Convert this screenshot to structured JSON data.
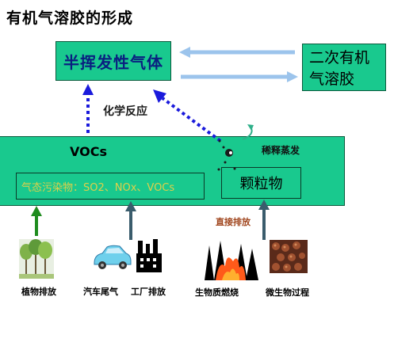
{
  "title": "有机气溶胶的形成",
  "nodes": {
    "semi_volatile": "半挥发性气体",
    "secondary_line1": "二次有机",
    "secondary_line2": "气溶胶",
    "vocs": "VOCs",
    "pollutants": "气态污染物：SO2、NOx、VOCs",
    "particles": "颗粒物"
  },
  "labels": {
    "chemical_reaction": "化学反应",
    "dilution_evaporation": "稀释蒸发",
    "direct_emission": "直接排放"
  },
  "sources": [
    {
      "label": "植物排放",
      "icon": "trees-icon"
    },
    {
      "label": "汽车尾气",
      "icon": "car-icon"
    },
    {
      "label": "工厂排放",
      "icon": "factory-icon"
    },
    {
      "label": "生物质燃烧",
      "icon": "fire-icon"
    },
    {
      "label": "微生物过程",
      "icon": "microbes-icon"
    }
  ],
  "colors": {
    "box_fill": "#19c98e",
    "semi_text": "#0a1f80",
    "dotted_arrow": "#1a1adc",
    "bidir_arrow": "#9cc4ec",
    "green_arrow": "#1f8c1f",
    "dark_arrow": "#3a5c6c",
    "pollutant_text": "#ddd04a",
    "direct_text": "#a0451d"
  }
}
